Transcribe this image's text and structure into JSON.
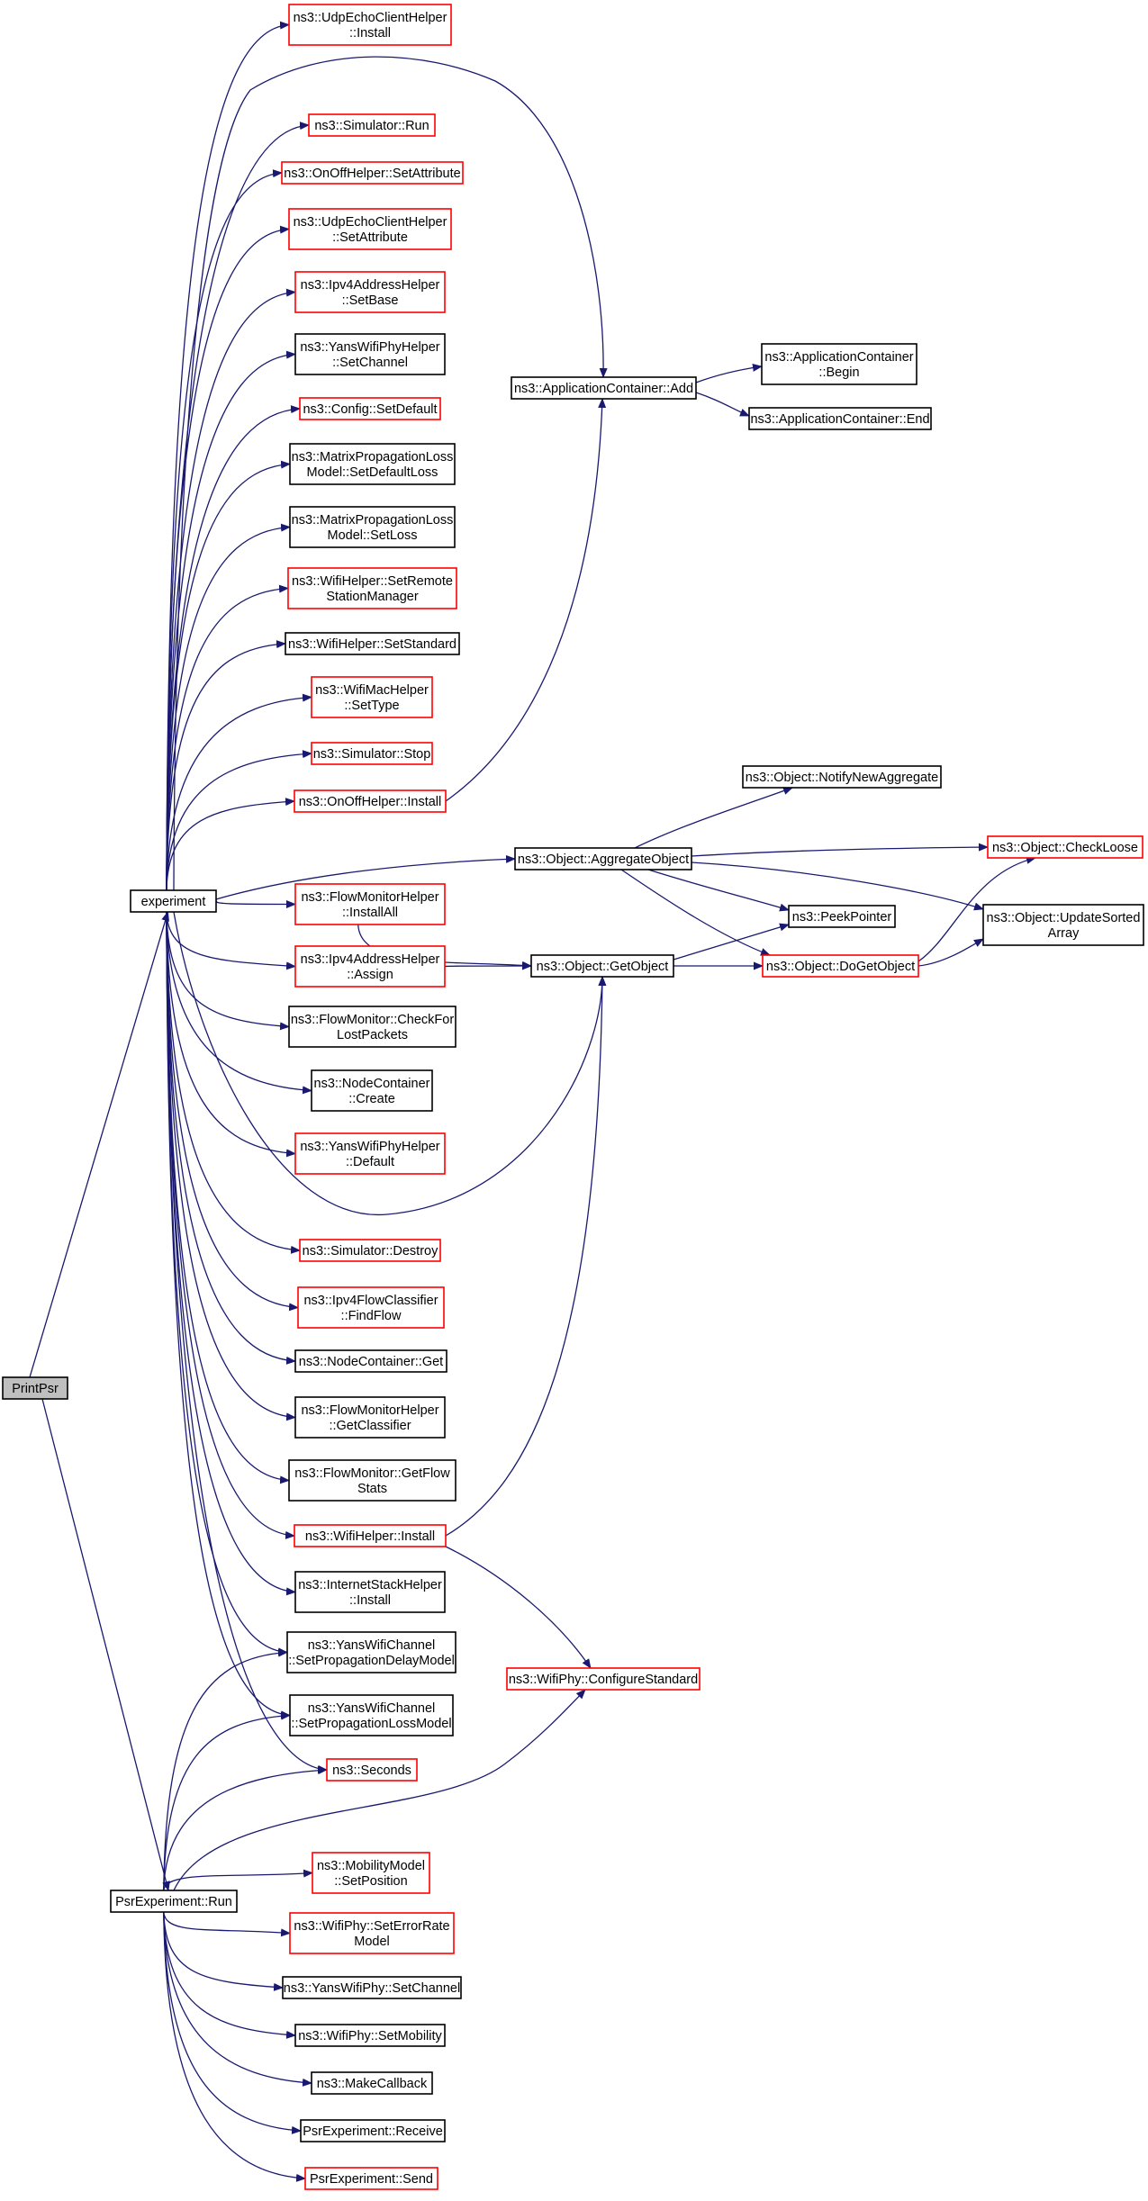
{
  "graph": {
    "colors": {
      "edge": "#191970",
      "node_border_more": "#ff0000",
      "node_border": "#000000",
      "root_fill": "#bfbfbf"
    },
    "nodes": [
      {
        "id": "printpsr",
        "lines": [
          "PrintPsr"
        ],
        "style": "root"
      },
      {
        "id": "experiment",
        "lines": [
          "experiment"
        ],
        "style": "plain"
      },
      {
        "id": "psrrun",
        "lines": [
          "PsrExperiment::Run"
        ],
        "style": "plain"
      },
      {
        "id": "udpinstall",
        "lines": [
          "ns3::UdpEchoClientHelper",
          "::Install"
        ],
        "style": "more"
      },
      {
        "id": "simrun",
        "lines": [
          "ns3::Simulator::Run"
        ],
        "style": "more"
      },
      {
        "id": "onoffsetattr",
        "lines": [
          "ns3::OnOffHelper::SetAttribute"
        ],
        "style": "more"
      },
      {
        "id": "udpsetattr",
        "lines": [
          "ns3::UdpEchoClientHelper",
          "::SetAttribute"
        ],
        "style": "more"
      },
      {
        "id": "ipv4setbase",
        "lines": [
          "ns3::Ipv4AddressHelper",
          "::SetBase"
        ],
        "style": "more"
      },
      {
        "id": "yansphysetch",
        "lines": [
          "ns3::YansWifiPhyHelper",
          "::SetChannel"
        ],
        "style": "plain"
      },
      {
        "id": "configsetdef",
        "lines": [
          "ns3::Config::SetDefault"
        ],
        "style": "more"
      },
      {
        "id": "matrixdefloss",
        "lines": [
          "ns3::MatrixPropagationLoss",
          "Model::SetDefaultLoss"
        ],
        "style": "plain"
      },
      {
        "id": "matrixsetloss",
        "lines": [
          "ns3::MatrixPropagationLoss",
          "Model::SetLoss"
        ],
        "style": "plain"
      },
      {
        "id": "wifisetremote",
        "lines": [
          "ns3::WifiHelper::SetRemote",
          "StationManager"
        ],
        "style": "more"
      },
      {
        "id": "wifisetstd",
        "lines": [
          "ns3::WifiHelper::SetStandard"
        ],
        "style": "plain"
      },
      {
        "id": "wifimacsettype",
        "lines": [
          "ns3::WifiMacHelper",
          "::SetType"
        ],
        "style": "more"
      },
      {
        "id": "simstop",
        "lines": [
          "ns3::Simulator::Stop"
        ],
        "style": "more"
      },
      {
        "id": "onoffinstall",
        "lines": [
          "ns3::OnOffHelper::Install"
        ],
        "style": "more"
      },
      {
        "id": "flowinstallall",
        "lines": [
          "ns3::FlowMonitorHelper",
          "::InstallAll"
        ],
        "style": "more"
      },
      {
        "id": "ipv4assign",
        "lines": [
          "ns3::Ipv4AddressHelper",
          "::Assign"
        ],
        "style": "more"
      },
      {
        "id": "flowcheck",
        "lines": [
          "ns3::FlowMonitor::CheckFor",
          "LostPackets"
        ],
        "style": "plain"
      },
      {
        "id": "nodecreate",
        "lines": [
          "ns3::NodeContainer",
          "::Create"
        ],
        "style": "plain"
      },
      {
        "id": "yansphydefault",
        "lines": [
          "ns3::YansWifiPhyHelper",
          "::Default"
        ],
        "style": "more"
      },
      {
        "id": "simdestroy",
        "lines": [
          "ns3::Simulator::Destroy"
        ],
        "style": "more"
      },
      {
        "id": "findflow",
        "lines": [
          "ns3::Ipv4FlowClassifier",
          "::FindFlow"
        ],
        "style": "more"
      },
      {
        "id": "nodeget",
        "lines": [
          "ns3::NodeContainer::Get"
        ],
        "style": "plain"
      },
      {
        "id": "getclassifier",
        "lines": [
          "ns3::FlowMonitorHelper",
          "::GetClassifier"
        ],
        "style": "plain"
      },
      {
        "id": "getflowstats",
        "lines": [
          "ns3::FlowMonitor::GetFlow",
          "Stats"
        ],
        "style": "plain"
      },
      {
        "id": "wifiinstall",
        "lines": [
          "ns3::WifiHelper::Install"
        ],
        "style": "more"
      },
      {
        "id": "internetinstall",
        "lines": [
          "ns3::InternetStackHelper",
          "::Install"
        ],
        "style": "plain"
      },
      {
        "id": "setpropdelay",
        "lines": [
          "ns3::YansWifiChannel",
          "::SetPropagationDelayModel"
        ],
        "style": "plain"
      },
      {
        "id": "setproploss",
        "lines": [
          "ns3::YansWifiChannel",
          "::SetPropagationLossModel"
        ],
        "style": "plain"
      },
      {
        "id": "seconds",
        "lines": [
          "ns3::Seconds"
        ],
        "style": "more"
      },
      {
        "id": "mobsetpos",
        "lines": [
          "ns3::MobilityModel",
          "::SetPosition"
        ],
        "style": "more"
      },
      {
        "id": "seterrrate",
        "lines": [
          "ns3::WifiPhy::SetErrorRate",
          "Model"
        ],
        "style": "more"
      },
      {
        "id": "yansphysetchannel",
        "lines": [
          "ns3::YansWifiPhy::SetChannel"
        ],
        "style": "plain"
      },
      {
        "id": "setmobility",
        "lines": [
          "ns3::WifiPhy::SetMobility"
        ],
        "style": "plain"
      },
      {
        "id": "makecallback",
        "lines": [
          "ns3::MakeCallback"
        ],
        "style": "plain"
      },
      {
        "id": "receive",
        "lines": [
          "PsrExperiment::Receive"
        ],
        "style": "plain"
      },
      {
        "id": "send",
        "lines": [
          "PsrExperiment::Send"
        ],
        "style": "more"
      },
      {
        "id": "appadd",
        "lines": [
          "ns3::ApplicationContainer::Add"
        ],
        "style": "plain"
      },
      {
        "id": "appbegin",
        "lines": [
          "ns3::ApplicationContainer",
          "::Begin"
        ],
        "style": "plain"
      },
      {
        "id": "append",
        "lines": [
          "ns3::ApplicationContainer::End"
        ],
        "style": "plain"
      },
      {
        "id": "aggregate",
        "lines": [
          "ns3::Object::AggregateObject"
        ],
        "style": "plain"
      },
      {
        "id": "getobject",
        "lines": [
          "ns3::Object::GetObject"
        ],
        "style": "plain"
      },
      {
        "id": "configstd",
        "lines": [
          "ns3::WifiPhy::ConfigureStandard"
        ],
        "style": "more"
      },
      {
        "id": "notifynew",
        "lines": [
          "ns3::Object::NotifyNewAggregate"
        ],
        "style": "plain"
      },
      {
        "id": "peekptr",
        "lines": [
          "ns3::PeekPointer"
        ],
        "style": "plain"
      },
      {
        "id": "dogetobject",
        "lines": [
          "ns3::Object::DoGetObject"
        ],
        "style": "more"
      },
      {
        "id": "checkloose",
        "lines": [
          "ns3::Object::CheckLoose"
        ],
        "style": "more"
      },
      {
        "id": "updatesorted",
        "lines": [
          "ns3::Object::UpdateSorted",
          "Array"
        ],
        "style": "plain"
      }
    ],
    "edges": [
      [
        "printpsr",
        "experiment"
      ],
      [
        "printpsr",
        "psrrun"
      ],
      [
        "experiment",
        "udpinstall"
      ],
      [
        "experiment",
        "appadd"
      ],
      [
        "experiment",
        "simrun"
      ],
      [
        "experiment",
        "onoffsetattr"
      ],
      [
        "experiment",
        "udpsetattr"
      ],
      [
        "experiment",
        "ipv4setbase"
      ],
      [
        "experiment",
        "yansphysetch"
      ],
      [
        "experiment",
        "configsetdef"
      ],
      [
        "experiment",
        "matrixdefloss"
      ],
      [
        "experiment",
        "matrixsetloss"
      ],
      [
        "experiment",
        "wifisetremote"
      ],
      [
        "experiment",
        "wifisetstd"
      ],
      [
        "experiment",
        "wifimacsettype"
      ],
      [
        "experiment",
        "simstop"
      ],
      [
        "experiment",
        "onoffinstall"
      ],
      [
        "experiment",
        "aggregate"
      ],
      [
        "experiment",
        "flowinstallall"
      ],
      [
        "experiment",
        "ipv4assign"
      ],
      [
        "experiment",
        "flowcheck"
      ],
      [
        "experiment",
        "nodecreate"
      ],
      [
        "experiment",
        "yansphydefault"
      ],
      [
        "experiment",
        "getobject"
      ],
      [
        "experiment",
        "simdestroy"
      ],
      [
        "experiment",
        "findflow"
      ],
      [
        "experiment",
        "nodeget"
      ],
      [
        "experiment",
        "getclassifier"
      ],
      [
        "experiment",
        "getflowstats"
      ],
      [
        "experiment",
        "wifiinstall"
      ],
      [
        "experiment",
        "internetinstall"
      ],
      [
        "experiment",
        "setpropdelay"
      ],
      [
        "experiment",
        "setproploss"
      ],
      [
        "experiment",
        "seconds"
      ],
      [
        "psrrun",
        "setpropdelay"
      ],
      [
        "psrrun",
        "setproploss"
      ],
      [
        "psrrun",
        "seconds"
      ],
      [
        "psrrun",
        "configstd"
      ],
      [
        "psrrun",
        "mobsetpos"
      ],
      [
        "psrrun",
        "seterrrate"
      ],
      [
        "psrrun",
        "yansphysetchannel"
      ],
      [
        "psrrun",
        "setmobility"
      ],
      [
        "psrrun",
        "makecallback"
      ],
      [
        "psrrun",
        "receive"
      ],
      [
        "psrrun",
        "send"
      ],
      [
        "onoffinstall",
        "appadd"
      ],
      [
        "appadd",
        "appbegin"
      ],
      [
        "appadd",
        "append"
      ],
      [
        "flowinstallall",
        "getobject"
      ],
      [
        "ipv4assign",
        "getobject"
      ],
      [
        "wifiinstall",
        "getobject"
      ],
      [
        "wifiinstall",
        "configstd"
      ],
      [
        "aggregate",
        "notifynew"
      ],
      [
        "aggregate",
        "checkloose"
      ],
      [
        "aggregate",
        "updatesorted"
      ],
      [
        "aggregate",
        "peekptr"
      ],
      [
        "aggregate",
        "dogetobject"
      ],
      [
        "getobject",
        "peekptr"
      ],
      [
        "getobject",
        "dogetobject"
      ],
      [
        "dogetobject",
        "checkloose"
      ],
      [
        "dogetobject",
        "updatesorted"
      ]
    ]
  }
}
